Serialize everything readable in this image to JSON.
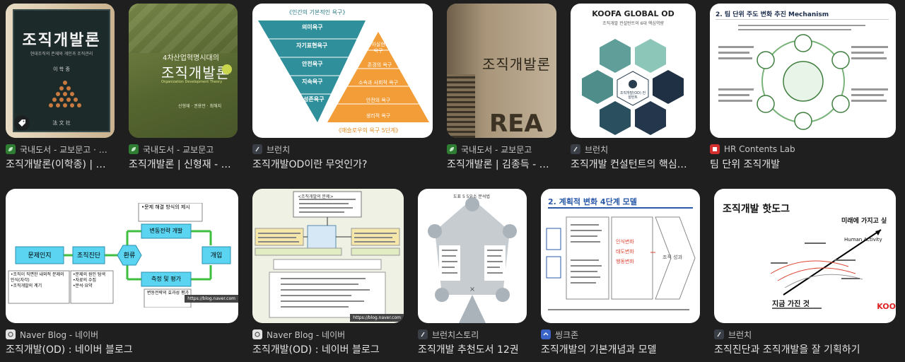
{
  "results": [
    {
      "source": "국내도서 - 교보문고 · …",
      "title": "조직개발론(이학종) | …",
      "favicon": "leaf-icon"
    },
    {
      "source": "국내도서 - 교보문고",
      "title": "조직개발론 | 신형재 - …",
      "favicon": "leaf-icon"
    },
    {
      "source": "브런치",
      "title": "조직개발OD이란 무엇인가?",
      "favicon": "brunch-icon"
    },
    {
      "source": "국내도서 - 교보문고",
      "title": "조직개발론 | 김종득 - …",
      "favicon": "leaf-icon"
    },
    {
      "source": "브런치",
      "title": "조직개발 컨설턴트의 핵심…",
      "favicon": "brunch-icon"
    },
    {
      "source": "HR Contents Lab",
      "title": "팀 단위 조직개발",
      "favicon": "hr-icon"
    },
    {
      "source": "Naver Blog - 네이버",
      "title": "조직개발(OD) : 네이버 블로그",
      "favicon": "naver-blog-icon"
    },
    {
      "source": "Naver Blog - 네이버",
      "title": "조직개발(OD) : 네이버 블로그",
      "favicon": "naver-blog-icon"
    },
    {
      "source": "브런치스토리",
      "title": "조직개발 추천도서 12권",
      "favicon": "brunch-icon"
    },
    {
      "source": "씽크존",
      "title": "조직개발의 기본개념과 모델",
      "favicon": "thinkzone-icon"
    },
    {
      "source": "브런치",
      "title": "조직진단과 조직개발을 잘 기획하기",
      "favicon": "brunch-icon"
    }
  ],
  "thumbs": {
    "t1": {
      "title": "조직개발론",
      "sub": "현대조직의 존재와 개인과 조직관리",
      "author": "이 학 종",
      "pub": "法 文 社"
    },
    "t2": {
      "line1": "4차산업혁명시대의",
      "title": "조직개발론",
      "sub": "Organization Development Theory",
      "authors": "신형재 · 권용만 · 최해지"
    },
    "t3": {
      "heading": "《인간의 기본적인 욕구》",
      "left": [
        "의미욕구",
        "자기표현욕구",
        "안전욕구",
        "지속욕구",
        "성존욕구"
      ],
      "right": [
        "자아실현의 욕구",
        "존경의 욕구",
        "소속과 사회적 욕구",
        "안전의 욕구",
        "생리적 욕구"
      ],
      "footer": "《매슬로우의 욕구 5단계》"
    },
    "t4": {
      "title": "조직개발론"
    },
    "t5": {
      "title": "KOOFA GLOBAL OD",
      "sub": "조직개발 컨설턴트의 6대 핵심역량",
      "center": "조직개발(OD) 컨설턴트"
    },
    "t6": {
      "title": "2. 팀 단위 주도 변화 추진 Mechanism"
    },
    "t7": {
      "box1": "문제인지",
      "box2": "조직진단",
      "box3": "변동전략 개발",
      "box4": "측정 및 평가",
      "hex": "환류",
      "box5": "개입",
      "note1": "•문제 해결 방식의 제시",
      "note2": "•조직이 직면한 내외적 문제의 인식(자각)\n•조직개발의 계기",
      "note3": "•문제의 원인 탐색\n•자료의 수집\n•분석·요약",
      "note4": "변동전략의 효과성 평가",
      "watermark": "https://blog.naver.com"
    },
    "t8": {
      "top": "<조직개발의 문제>",
      "watermark": "https://blog.naver.com"
    },
    "t9": {
      "label": "도표 5 5요소 분석법"
    },
    "t10": {
      "title": "2. 계획적 변화 4단계 모델",
      "a": "인식변화",
      "b": "태도변화",
      "c": "행동변화",
      "d": "조직 성과"
    },
    "t11": {
      "title": "조직개발 핫도그",
      "right": "미래에 가지고 싶",
      "center": "Human Activity",
      "bottom": "지금 가진 것",
      "brand": "KOO"
    }
  }
}
